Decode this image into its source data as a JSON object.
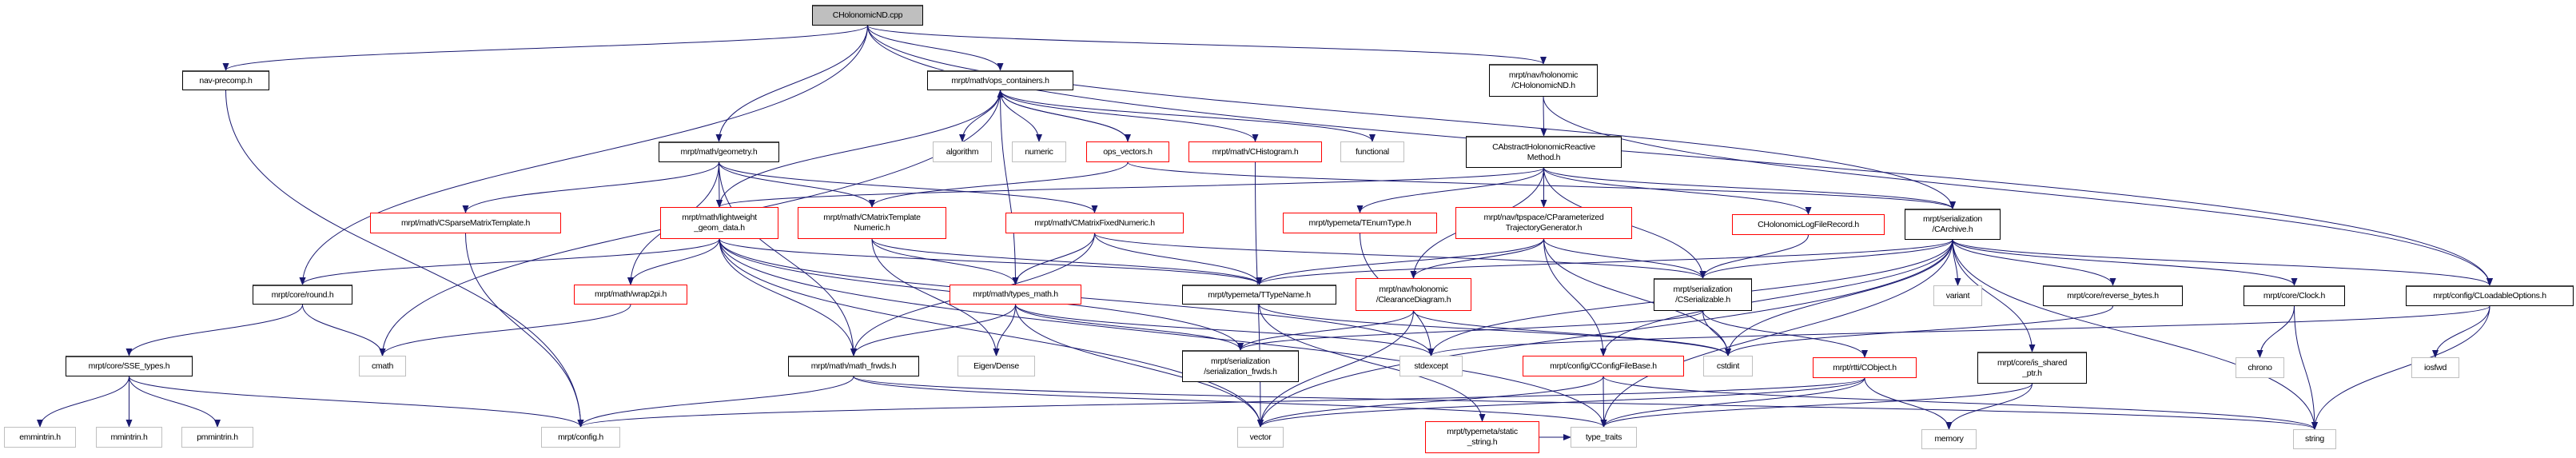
{
  "graph": {
    "edge_color": "#191970",
    "nodes": [
      {
        "id": "root",
        "label": "CHolonomicND.cpp",
        "style": "root"
      },
      {
        "id": "navpre",
        "label": "nav-precomp.h",
        "style": "black"
      },
      {
        "id": "opsc",
        "label": "mrpt/math/ops_containers.h",
        "style": "black"
      },
      {
        "id": "holoh",
        "label": "mrpt/nav/holonomic\n/CHolonomicND.h",
        "style": "black"
      },
      {
        "id": "geometry",
        "label": "mrpt/math/geometry.h",
        "style": "black"
      },
      {
        "id": "algorithm",
        "label": "algorithm",
        "style": "gray"
      },
      {
        "id": "numeric",
        "label": "numeric",
        "style": "gray"
      },
      {
        "id": "opsv",
        "label": "ops_vectors.h",
        "style": "red"
      },
      {
        "id": "chist",
        "label": "mrpt/math/CHistogram.h",
        "style": "red"
      },
      {
        "id": "functional",
        "label": "functional",
        "style": "gray"
      },
      {
        "id": "cabs",
        "label": "CAbstractHolonomicReactive\nMethod.h",
        "style": "black"
      },
      {
        "id": "lwgd",
        "label": "mrpt/math/lightweight\n_geom_data.h",
        "style": "red"
      },
      {
        "id": "cmtn",
        "label": "mrpt/math/CMatrixTemplate\nNumeric.h",
        "style": "red"
      },
      {
        "id": "csparse",
        "label": "mrpt/math/CSparseMatrixTemplate.h",
        "style": "red"
      },
      {
        "id": "cmfn",
        "label": "mrpt/math/CMatrixFixedNumeric.h",
        "style": "red"
      },
      {
        "id": "tenum",
        "label": "mrpt/typemeta/TEnumType.h",
        "style": "red"
      },
      {
        "id": "cptg",
        "label": "mrpt/nav/tpspace/CParameterized\nTrajectoryGenerator.h",
        "style": "red"
      },
      {
        "id": "chlog",
        "label": "CHolonomicLogFileRecord.h",
        "style": "red"
      },
      {
        "id": "carchive",
        "label": "mrpt/serialization\n/CArchive.h",
        "style": "black"
      },
      {
        "id": "round",
        "label": "mrpt/core/round.h",
        "style": "black"
      },
      {
        "id": "wrap2pi",
        "label": "mrpt/math/wrap2pi.h",
        "style": "red"
      },
      {
        "id": "typesmath",
        "label": "mrpt/math/types_math.h",
        "style": "red"
      },
      {
        "id": "ttypename",
        "label": "mrpt/typemeta/TTypeName.h",
        "style": "black"
      },
      {
        "id": "clearance",
        "label": "mrpt/nav/holonomic\n/ClearanceDiagram.h",
        "style": "red"
      },
      {
        "id": "cserial",
        "label": "mrpt/serialization\n/CSerializable.h",
        "style": "black"
      },
      {
        "id": "variant",
        "label": "variant",
        "style": "gray"
      },
      {
        "id": "revbytes",
        "label": "mrpt/core/reverse_bytes.h",
        "style": "black"
      },
      {
        "id": "clock",
        "label": "mrpt/core/Clock.h",
        "style": "black"
      },
      {
        "id": "cloadable",
        "label": "mrpt/config/CLoadableOptions.h",
        "style": "black"
      },
      {
        "id": "cmath",
        "label": "cmath",
        "style": "gray"
      },
      {
        "id": "sse",
        "label": "mrpt/core/SSE_types.h",
        "style": "black"
      },
      {
        "id": "mathfrwds",
        "label": "mrpt/math/math_frwds.h",
        "style": "black"
      },
      {
        "id": "eigen",
        "label": "Eigen/Dense",
        "style": "gray"
      },
      {
        "id": "serfrwds",
        "label": "mrpt/serialization\n/serialization_frwds.h",
        "style": "black"
      },
      {
        "id": "stdexcept",
        "label": "stdexcept",
        "style": "gray"
      },
      {
        "id": "cconfig",
        "label": "mrpt/config/CConfigFileBase.h",
        "style": "red"
      },
      {
        "id": "cstdint",
        "label": "cstdint",
        "style": "gray"
      },
      {
        "id": "cobject",
        "label": "mrpt/rtti/CObject.h",
        "style": "red"
      },
      {
        "id": "isshared",
        "label": "mrpt/core/is_shared\n_ptr.h",
        "style": "black"
      },
      {
        "id": "chrono",
        "label": "chrono",
        "style": "gray"
      },
      {
        "id": "iosfwd",
        "label": "iosfwd",
        "style": "gray"
      },
      {
        "id": "emm",
        "label": "emmintrin.h",
        "style": "gray"
      },
      {
        "id": "mmi",
        "label": "mmintrin.h",
        "style": "gray"
      },
      {
        "id": "pmm",
        "label": "pmmintrin.h",
        "style": "gray"
      },
      {
        "id": "config",
        "label": "mrpt/config.h",
        "style": "gray"
      },
      {
        "id": "vector",
        "label": "vector",
        "style": "gray"
      },
      {
        "id": "staticstr",
        "label": "mrpt/typemeta/static\n_string.h",
        "style": "red"
      },
      {
        "id": "typetraits",
        "label": "type_traits",
        "style": "gray"
      },
      {
        "id": "memory",
        "label": "memory",
        "style": "gray"
      },
      {
        "id": "string",
        "label": "string",
        "style": "gray"
      }
    ],
    "edges": [
      [
        "root",
        "navpre"
      ],
      [
        "root",
        "round"
      ],
      [
        "root",
        "geometry"
      ],
      [
        "root",
        "opsc"
      ],
      [
        "root",
        "holoh"
      ],
      [
        "root",
        "carchive"
      ],
      [
        "root",
        "cloadable"
      ],
      [
        "navpre",
        "config"
      ],
      [
        "opsc",
        "algorithm"
      ],
      [
        "opsc",
        "numeric"
      ],
      [
        "opsc",
        "opsv"
      ],
      [
        "opsc",
        "chist"
      ],
      [
        "opsc",
        "functional"
      ],
      [
        "opsc",
        "cmath"
      ],
      [
        "opsc",
        "lwgd"
      ],
      [
        "opsc",
        "typesmath"
      ],
      [
        "opsv",
        "opsc"
      ],
      [
        "opsv",
        "cmtn"
      ],
      [
        "opsv",
        "carchive"
      ],
      [
        "chist",
        "vector"
      ],
      [
        "geometry",
        "csparse"
      ],
      [
        "geometry",
        "lwgd"
      ],
      [
        "geometry",
        "cmtn"
      ],
      [
        "geometry",
        "cmfn"
      ],
      [
        "geometry",
        "wrap2pi"
      ],
      [
        "geometry",
        "mathfrwds"
      ],
      [
        "csparse",
        "config"
      ],
      [
        "lwgd",
        "wrap2pi"
      ],
      [
        "lwgd",
        "mathfrwds"
      ],
      [
        "lwgd",
        "ttypename"
      ],
      [
        "lwgd",
        "stdexcept"
      ],
      [
        "lwgd",
        "vector"
      ],
      [
        "lwgd",
        "typetraits"
      ],
      [
        "lwgd",
        "serfrwds"
      ],
      [
        "lwgd",
        "round"
      ],
      [
        "cmtn",
        "typesmath"
      ],
      [
        "cmtn",
        "eigen"
      ],
      [
        "cmtn",
        "ttypename"
      ],
      [
        "cmfn",
        "mathfrwds"
      ],
      [
        "cmfn",
        "typesmath"
      ],
      [
        "cmfn",
        "ttypename"
      ],
      [
        "cmfn",
        "cserial"
      ],
      [
        "round",
        "sse"
      ],
      [
        "round",
        "cmath"
      ],
      [
        "wrap2pi",
        "cmath"
      ],
      [
        "sse",
        "emm"
      ],
      [
        "sse",
        "mmi"
      ],
      [
        "sse",
        "pmm"
      ],
      [
        "sse",
        "config"
      ],
      [
        "typesmath",
        "mathfrwds"
      ],
      [
        "typesmath",
        "eigen"
      ],
      [
        "typesmath",
        "vector"
      ],
      [
        "typesmath",
        "serfrwds"
      ],
      [
        "typesmath",
        "stdexcept"
      ],
      [
        "mathfrwds",
        "config"
      ],
      [
        "mathfrwds",
        "string"
      ],
      [
        "mathfrwds",
        "typetraits"
      ],
      [
        "holoh",
        "cabs"
      ],
      [
        "holoh",
        "cloadable"
      ],
      [
        "cabs",
        "tenum"
      ],
      [
        "cabs",
        "cptg"
      ],
      [
        "cabs",
        "chlog"
      ],
      [
        "cabs",
        "cserial"
      ],
      [
        "cabs",
        "carchive"
      ],
      [
        "cabs",
        "lwgd"
      ],
      [
        "cabs",
        "clearance"
      ],
      [
        "tenum",
        "stdexcept"
      ],
      [
        "cptg",
        "clearance"
      ],
      [
        "cptg",
        "cserial"
      ],
      [
        "cptg",
        "cconfig"
      ],
      [
        "cptg",
        "cstdint"
      ],
      [
        "cptg",
        "ttypename"
      ],
      [
        "clearance",
        "serfrwds"
      ],
      [
        "clearance",
        "vector"
      ],
      [
        "clearance",
        "cstdint"
      ],
      [
        "ttypename",
        "staticstr"
      ],
      [
        "ttypename",
        "cstdint"
      ],
      [
        "cserial",
        "cobject"
      ],
      [
        "cserial",
        "cstdint"
      ],
      [
        "cserial",
        "serfrwds"
      ],
      [
        "chlog",
        "cserial"
      ],
      [
        "carchive",
        "cserial"
      ],
      [
        "carchive",
        "variant"
      ],
      [
        "carchive",
        "revbytes"
      ],
      [
        "carchive",
        "clock"
      ],
      [
        "carchive",
        "cloadable"
      ],
      [
        "carchive",
        "isshared"
      ],
      [
        "carchive",
        "string"
      ],
      [
        "carchive",
        "stdexcept"
      ],
      [
        "carchive",
        "cstdint"
      ],
      [
        "carchive",
        "vector"
      ],
      [
        "carchive",
        "typetraits"
      ],
      [
        "carchive",
        "cconfig"
      ],
      [
        "carchive",
        "ttypename"
      ],
      [
        "cconfig",
        "vector"
      ],
      [
        "cconfig",
        "typetraits"
      ],
      [
        "cconfig",
        "string"
      ],
      [
        "cobject",
        "memory"
      ],
      [
        "cobject",
        "vector"
      ],
      [
        "cobject",
        "typetraits"
      ],
      [
        "cobject",
        "config"
      ],
      [
        "isshared",
        "memory"
      ],
      [
        "isshared",
        "typetraits"
      ],
      [
        "revbytes",
        "cstdint"
      ],
      [
        "clock",
        "chrono"
      ],
      [
        "clock",
        "string"
      ],
      [
        "cloadable",
        "iosfwd"
      ],
      [
        "cloadable",
        "string"
      ],
      [
        "cloadable",
        "stdexcept"
      ],
      [
        "staticstr",
        "typetraits"
      ]
    ]
  }
}
